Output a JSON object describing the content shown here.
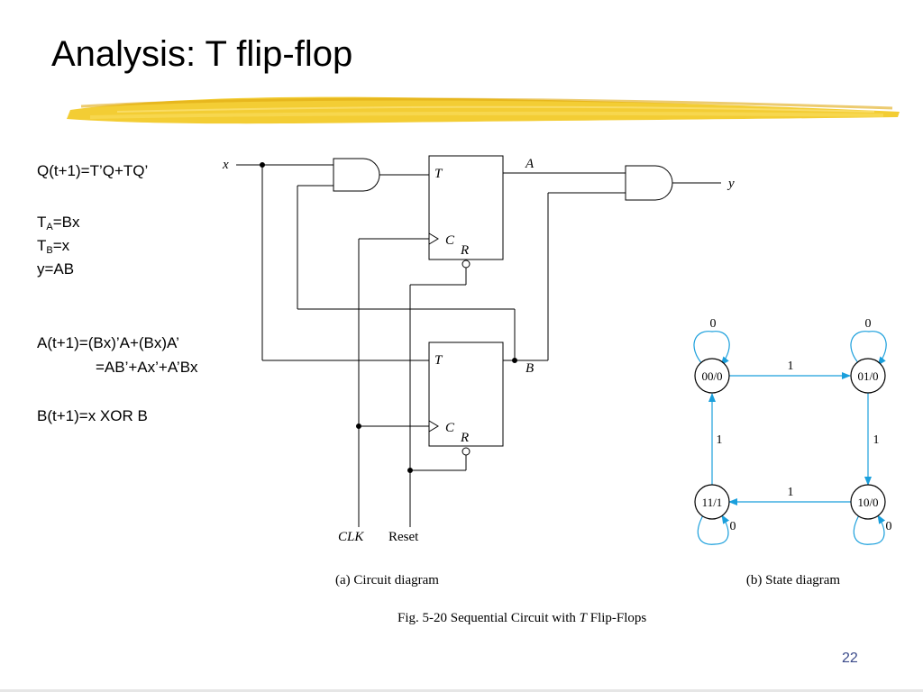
{
  "slide": {
    "title": "Analysis: T flip-flop",
    "page_number": "22",
    "highlight_color": "#f2c81e"
  },
  "equations": {
    "q_next": "Q(t+1)=T’Q+TQ’",
    "ta": {
      "main": "T",
      "sub": "A",
      "rest": "=Bx"
    },
    "tb": {
      "main": "T",
      "sub": "B",
      "rest": "=x"
    },
    "y": "y=AB",
    "a_next_line1": "A(t+1)=(Bx)’A+(Bx)A’",
    "a_next_line2": "=AB’+Ax’+A’Bx",
    "b_next": "B(t+1)=x XOR B"
  },
  "circuit": {
    "input_x": "x",
    "output_y": "y",
    "ff_a": {
      "t": "T",
      "c": "C",
      "r": "R",
      "out": "A"
    },
    "ff_b": {
      "t": "T",
      "c": "C",
      "r": "R",
      "out": "B"
    },
    "clk": "CLK",
    "reset": "Reset",
    "caption": "(a) Circuit diagram"
  },
  "state_diagram": {
    "edge_color": "#1a9fdc",
    "states": [
      "00/0",
      "01/0",
      "10/0",
      "11/1"
    ],
    "self_loop_labels": [
      "0",
      "0",
      "0",
      "0"
    ],
    "transition_labels": [
      "1",
      "1",
      "1",
      "1"
    ],
    "caption": "(b) State diagram"
  },
  "figure_caption": {
    "prefix": "Fig. 5-20  Sequential Circuit with ",
    "italic": "T",
    "suffix": " Flip-Flops"
  }
}
